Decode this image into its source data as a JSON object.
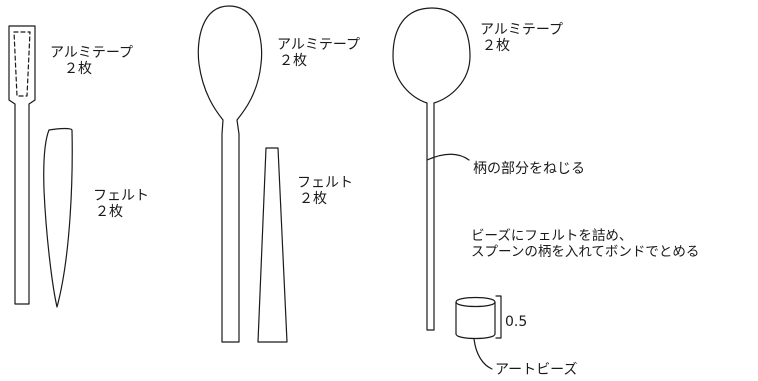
{
  "colors": {
    "line": "#1a1a1a",
    "background": "#ffffff"
  },
  "stage1": {
    "tape_label": "アルミテープ",
    "tape_count": "２枚",
    "felt_label": "フェルト",
    "felt_count": "２枚"
  },
  "stage2": {
    "tape_label": "アルミテープ",
    "tape_count": "２枚",
    "felt_label": "フェルト",
    "felt_count": "２枚"
  },
  "stage3": {
    "tape_label": "アルミテープ",
    "tape_count": "２枚",
    "twist_note": "柄の部分をねじる",
    "instruction_line1": "ビーズにフェルトを詰め、",
    "instruction_line2": "スプーンの柄を入れてボンドでとめる",
    "bead_size": "0.5",
    "bead_label": "アートビーズ"
  }
}
